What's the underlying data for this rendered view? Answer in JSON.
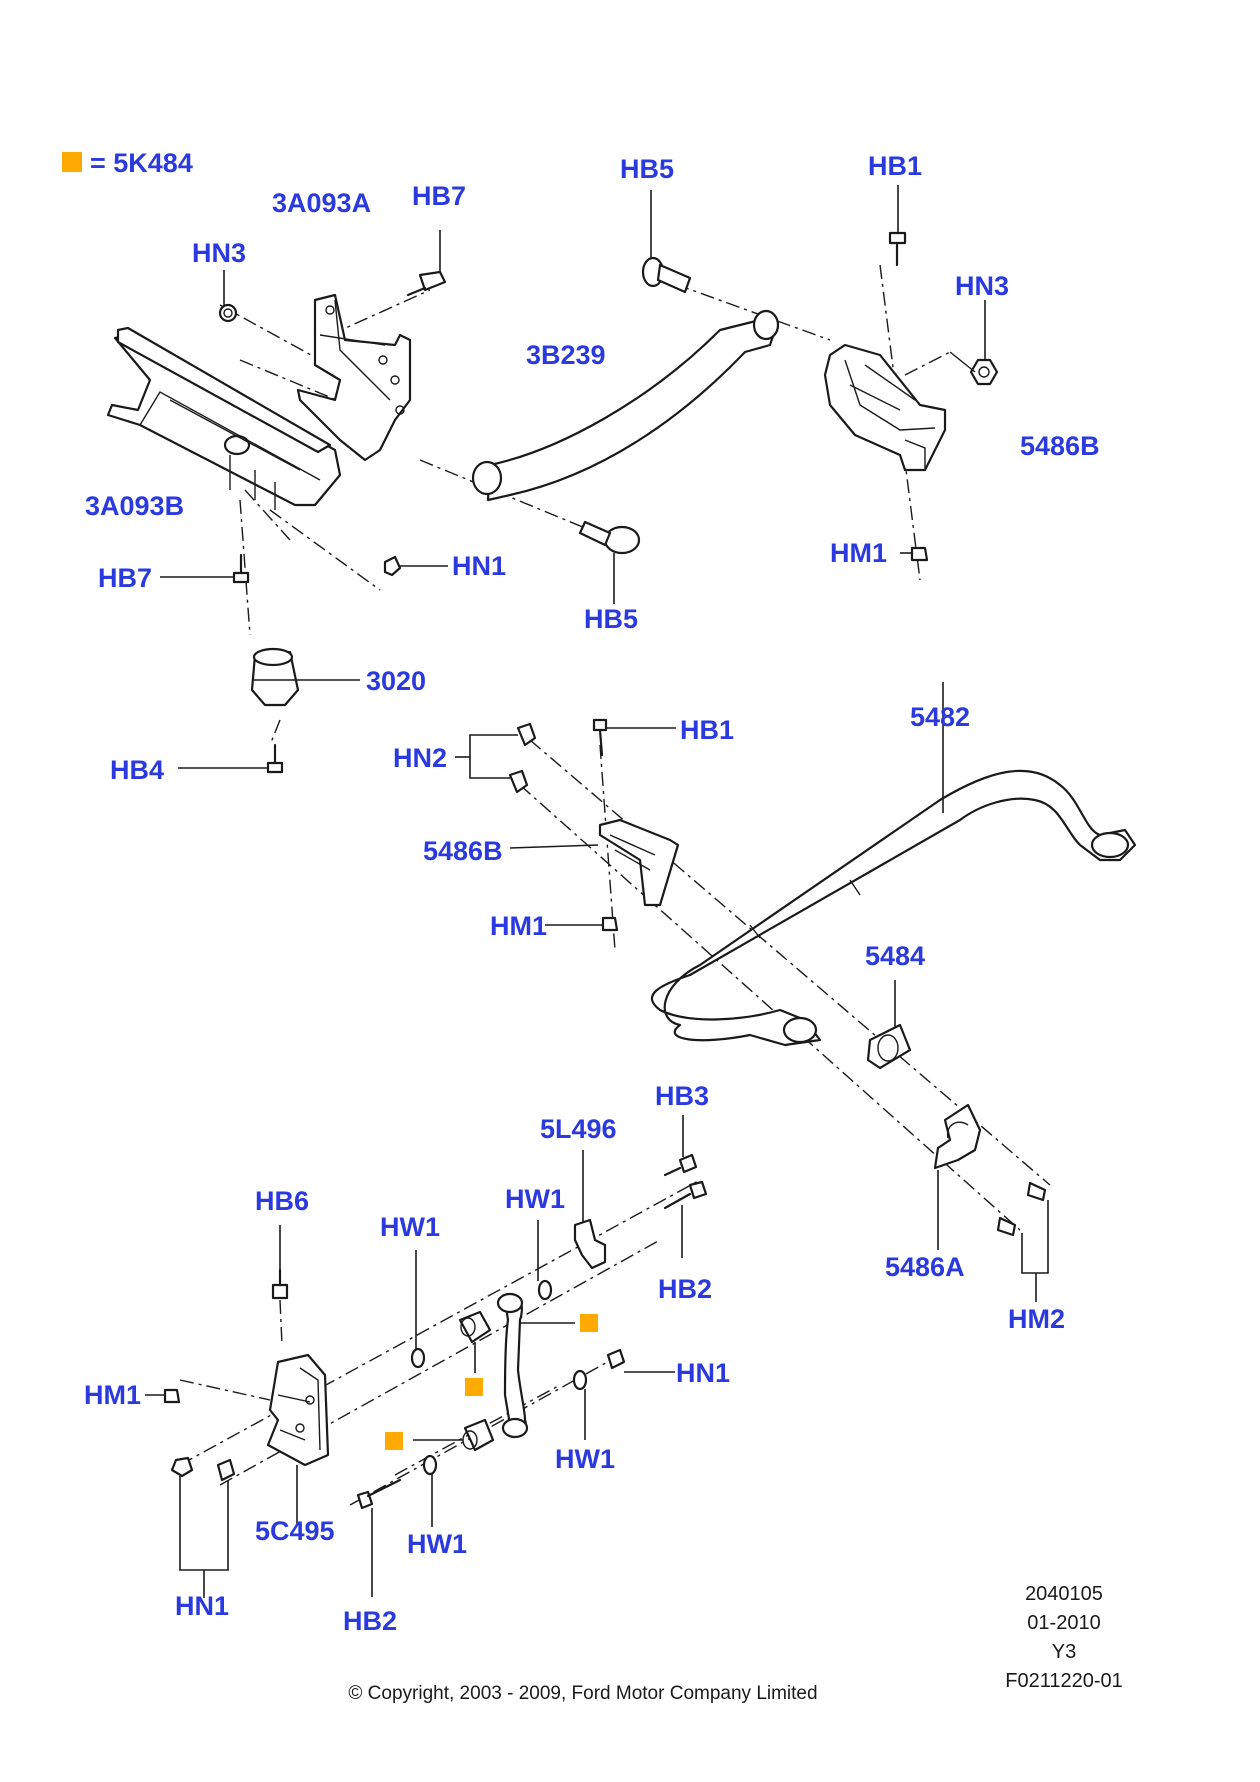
{
  "legend": {
    "swatch_color": "#ffaa00",
    "text": "= 5K484"
  },
  "callouts": {
    "hn3_left": "HN3",
    "a3a093a": "3A093A",
    "hb7_top": "HB7",
    "hb5_top": "HB5",
    "hb1_top": "HB1",
    "hn3_right": "HN3",
    "b3b239": "3B239",
    "b5486b_top": "5486B",
    "a3a093b": "3A093B",
    "hn1_top": "HN1",
    "hm1_top": "HM1",
    "hb7_bottom": "HB7",
    "hb5_bottom": "HB5",
    "c3020": "3020",
    "hb4": "HB4",
    "hb1_mid": "HB1",
    "hn2": "HN2",
    "c5482": "5482",
    "b5486b_mid": "5486B",
    "hm1_mid": "HM1",
    "c5484": "5484",
    "hb3": "HB3",
    "l5l496": "5L496",
    "hb6": "HB6",
    "hw1_upper_left": "HW1",
    "hw1_upper_right": "HW1",
    "hb2_right": "HB2",
    "a5486a": "5486A",
    "hm2": "HM2",
    "hm1_bottom": "HM1",
    "hn1_right": "HN1",
    "hw1_lower_right": "HW1",
    "c5c495": "5C495",
    "hw1_lower_left": "HW1",
    "hn1_bottom": "HN1",
    "hb2_bottom": "HB2"
  },
  "info_block": {
    "line1": "2040105",
    "line2": "01-2010",
    "line3": "Y3",
    "line4": "F0211220-01"
  },
  "copyright": "© Copyright, 2003 - 2009, Ford Motor Company Limited"
}
